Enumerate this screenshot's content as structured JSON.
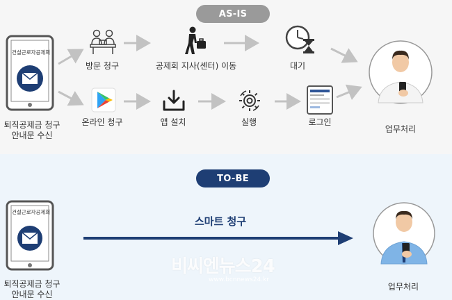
{
  "asis": {
    "badge": "AS-IS",
    "phone_header": "건설근로자공제회",
    "phone_caption_line1": "퇴직공제금 청구",
    "phone_caption_line2": "안내문 수신",
    "visit_claim": "방문 청구",
    "move_branch": "공제회 지사(센터) 이동",
    "wait": "대기",
    "online_claim": "온라인 청구",
    "app_install": "앱 설치",
    "run": "실행",
    "login": "로그인",
    "process": "업무처리"
  },
  "tobe": {
    "badge": "TO-BE",
    "phone_header": "건설근로자공제회",
    "phone_caption_line1": "퇴직공제금 청구",
    "phone_caption_line2": "안내문 수신",
    "smart_claim": "스마트 청구",
    "process": "업무처리"
  },
  "watermark": {
    "text": "비씨엔뉴스24",
    "url": "www.bcnnews24.kr"
  },
  "colors": {
    "navy": "#1e3e74",
    "gray_badge": "#9a9a9a",
    "arrow_gray": "#c2c2c2"
  }
}
